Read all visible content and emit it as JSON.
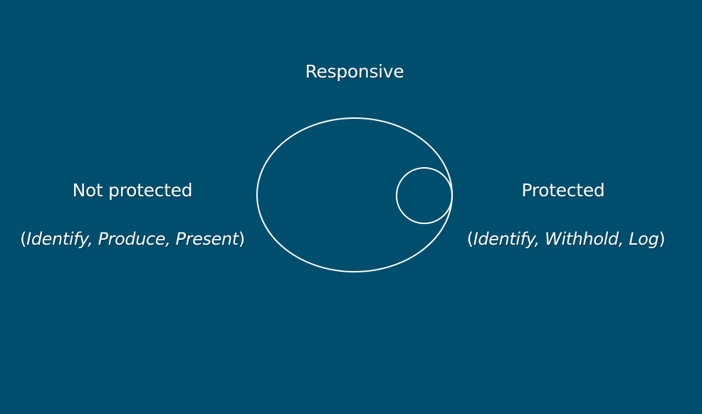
{
  "diagram": {
    "outer_set": {
      "label": "Responsive"
    },
    "left_side": {
      "label": "Not protected",
      "open_paren": "(",
      "actions": "Identify, Produce, Present",
      "close_paren": ")"
    },
    "right_side": {
      "label": "Protected",
      "open_paren": "(",
      "actions": "Identify, Withhold, Log",
      "close_paren": ")"
    },
    "colors": {
      "background": "#004e6d",
      "stroke": "#ffffff",
      "text": "#ffffff"
    }
  }
}
